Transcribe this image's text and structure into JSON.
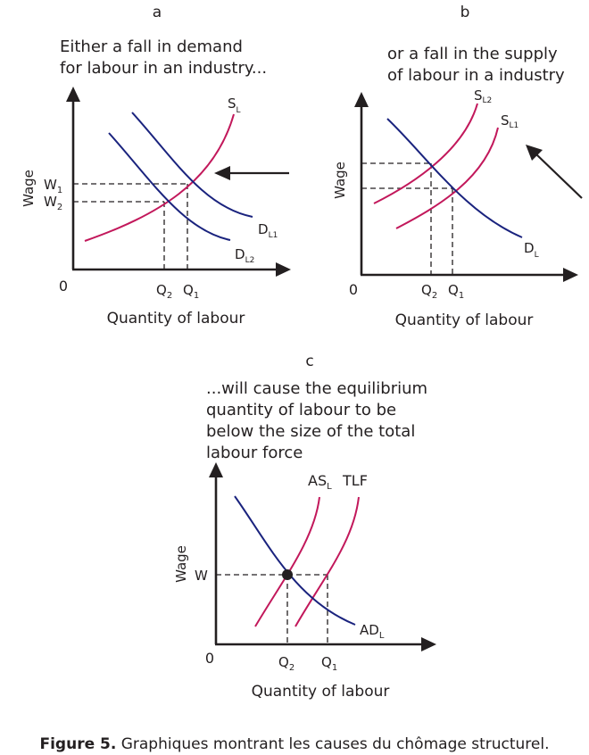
{
  "colors": {
    "demand": "#1a237e",
    "supply": "#c2185b",
    "text": "#231f20",
    "dot": "#231f20"
  },
  "panels": {
    "a": {
      "letter": "a",
      "annotation": [
        "Either a fall in demand",
        "for labour in an industry..."
      ],
      "ylabel": "Wage",
      "xlabel": "Quantity of labour",
      "origin": "0",
      "w1_main": "W",
      "w1_sub": "1",
      "w2_main": "W",
      "w2_sub": "2",
      "q2_main": "Q",
      "q2_sub": "2",
      "q1_main": "Q",
      "q1_sub": "1",
      "sl_main": "S",
      "sl_sub": "L",
      "dl1_main": "D",
      "dl1_sub": "L1",
      "dl2_main": "D",
      "dl2_sub": "L2"
    },
    "b": {
      "letter": "b",
      "annotation": [
        "or a fall in the supply",
        "of labour in a industry"
      ],
      "ylabel": "Wage",
      "xlabel": "Quantity of labour",
      "origin": "0",
      "q2_main": "Q",
      "q2_sub": "2",
      "q1_main": "Q",
      "q1_sub": "1",
      "sl2_main": "S",
      "sl2_sub": "L2",
      "sl1_main": "S",
      "sl1_sub": "L1",
      "dl_main": "D",
      "dl_sub": "L"
    },
    "c": {
      "letter": "c",
      "annotation": [
        "...will cause the equilibrium",
        "quantity of labour to be",
        "below the size of the total",
        "labour force"
      ],
      "ylabel": "Wage",
      "xlabel": "Quantity of labour",
      "origin": "0",
      "w_label": "W",
      "q2_main": "Q",
      "q2_sub": "2",
      "q1_main": "Q",
      "q1_sub": "1",
      "asl_main": "AS",
      "asl_sub": "L",
      "tlf": "TLF",
      "adl_main": "AD",
      "adl_sub": "L"
    }
  },
  "caption": {
    "bold": "Figure 5.",
    "text": " Graphiques montrant les causes du chômage structurel."
  },
  "chart_data": [
    {
      "type": "line",
      "xlabel": "Quantity of labour",
      "ylabel": "Wage",
      "series": [
        {
          "name": "SL"
        },
        {
          "name": "DL1"
        },
        {
          "name": "DL2"
        }
      ],
      "y_ticks": [
        "W1",
        "W2"
      ],
      "x_ticks": [
        "Q2",
        "Q1"
      ]
    },
    {
      "type": "line",
      "xlabel": "Quantity of labour",
      "ylabel": "Wage",
      "series": [
        {
          "name": "SL2"
        },
        {
          "name": "SL1"
        },
        {
          "name": "DL"
        }
      ],
      "x_ticks": [
        "Q2",
        "Q1"
      ]
    },
    {
      "type": "line",
      "xlabel": "Quantity of labour",
      "ylabel": "Wage",
      "series": [
        {
          "name": "ASL"
        },
        {
          "name": "TLF"
        },
        {
          "name": "ADL"
        }
      ],
      "y_ticks": [
        "W"
      ],
      "x_ticks": [
        "Q2",
        "Q1"
      ]
    }
  ]
}
